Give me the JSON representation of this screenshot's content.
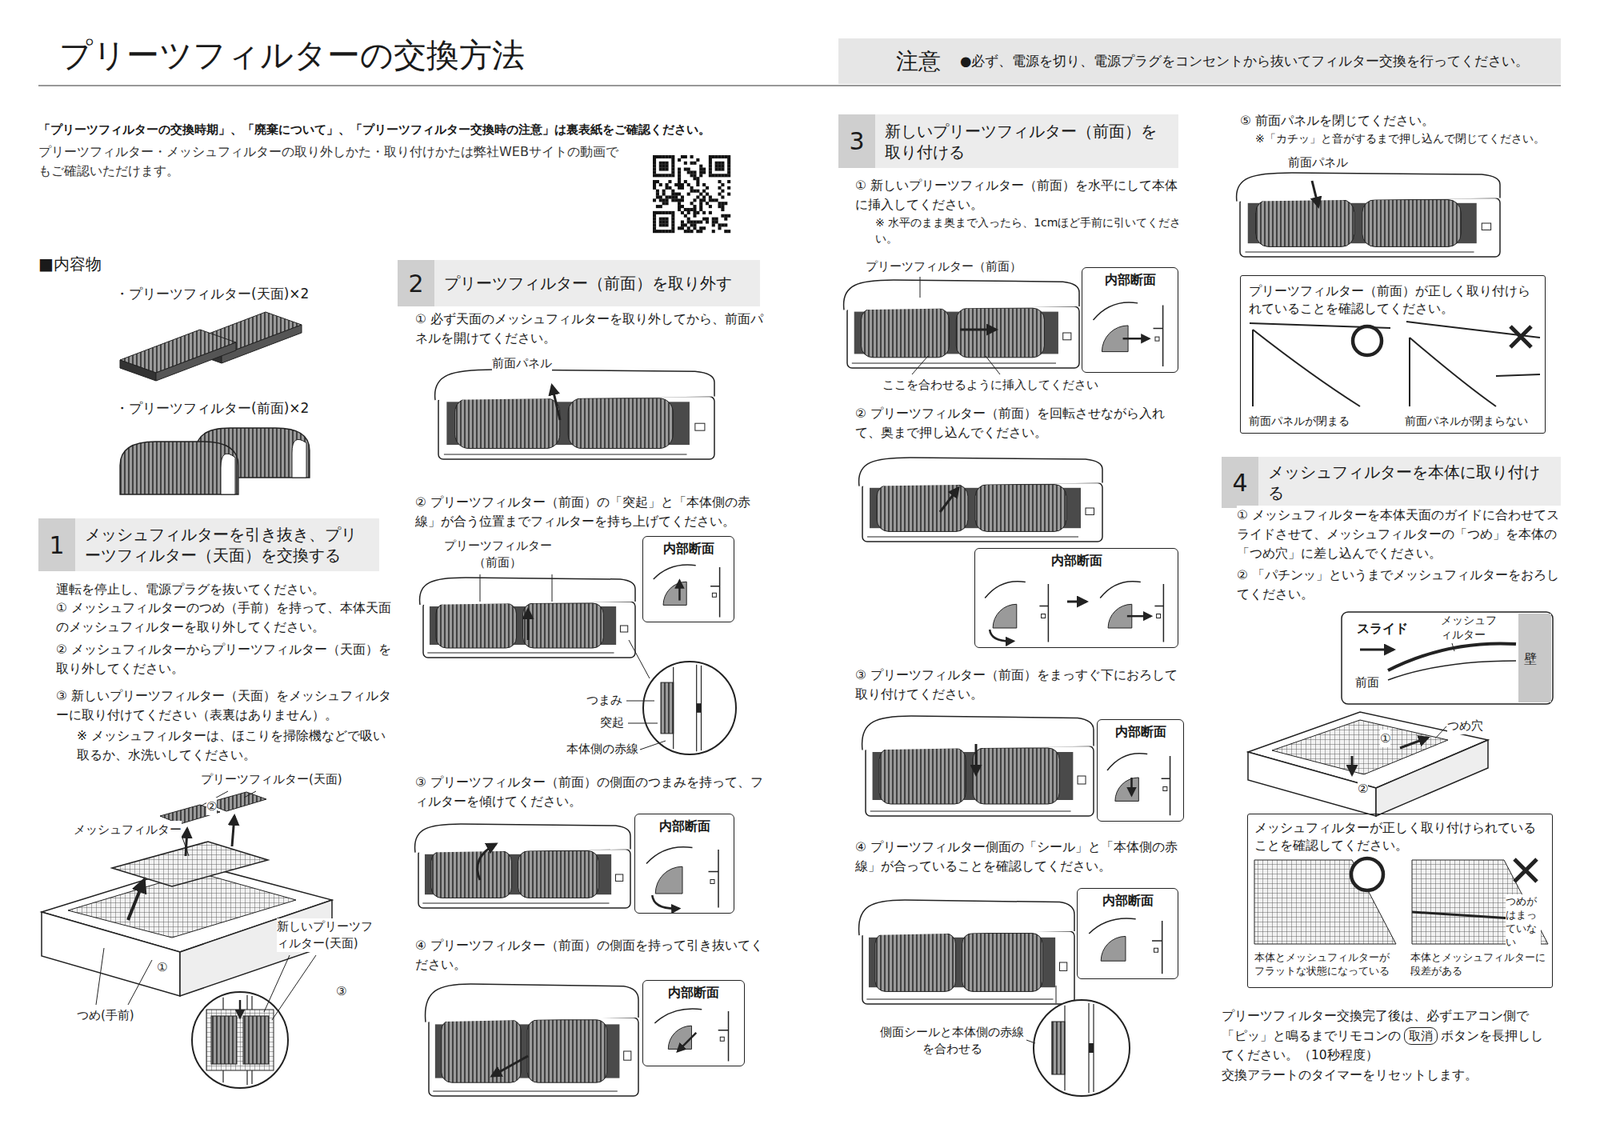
{
  "diagram": {
    "title": "プリーツフィルターの交換方法",
    "nodes": [
      {
        "text": [
          "注意",
          "●必ず、電源を切り、電源プラグをコンセントから抜いてフィルター交換を行ってください。"
        ]
      },
      {
        "text": [
          "1",
          "メッシュフィルターを引き抜き、プリーツフィルター（天面）を交換する"
        ]
      },
      {
        "text": [
          "2",
          "プリーツフィルター（前面）を取り外す"
        ]
      },
      {
        "text": [
          "内部断面"
        ]
      },
      {
        "text": [
          "内部断面"
        ]
      },
      {
        "text": [
          "内部断面"
        ]
      },
      {
        "text": [
          "3",
          "新しいプリーツフィルター（前面）を取り付ける"
        ]
      },
      {
        "text": [
          "内部断面"
        ]
      },
      {
        "text": [
          "内部断面"
        ]
      },
      {
        "text": [
          "内部断面"
        ]
      },
      {
        "text": [
          "内部断面"
        ]
      },
      {
        "text": [
          "プリーツフィルター（前面）が正しく取り付けられていることを確認してください。",
          "前面パネルが閉まる",
          "前面パネルが閉まらない"
        ]
      },
      {
        "text": [
          "4",
          "メッシュフィルターを本体に取り付ける"
        ]
      },
      {
        "text": [
          "メッシュフィルターが正しく取り付けられていることを確認してください。",
          "本体とメッシュフィルターがフラットな状態になっている",
          "本体とメッシュフィルターに段差がある",
          "つめがはまっていない"
        ]
      },
      {
        "text": [
          "取消"
        ]
      }
    ],
    "labels": [
      "「プリーツフィルターの交換時期」、「廃棄について」、「プリーツフィルター交換時の注意」は裏表紙をご確認ください。",
      "プリーツフィルター・メッシュフィルターの取り外しかた・取り付けかたは弊社WEBサイトの動画でもご確認いただけます。",
      "■内容物",
      "・プリーツフィルター(天面)×2",
      "・プリーツフィルター(前面)×2",
      "運転を停止し、電源プラグを抜いてください。",
      "① メッシュフィルターのつめ（手前）を持って、本体天面のメッシュフィルターを取り外してください。",
      "② メッシュフィルターからプリーツフィルター（天面）を取り外してください。",
      "③ 新しいプリーツフィルター（天面）をメッシュフィルターに取り付けてください（表裏はありません）。",
      "※ メッシュフィルターは、ほこりを掃除機などで吸い取るか、水洗いしてください。",
      "プリーツフィルター(天面)",
      "②",
      "メッシュフィルター",
      "新しいプリーツフィルター(天面)",
      "③",
      "①",
      "つめ(手前)",
      "① 必ず天面のメッシュフィルターを取り外してから、前面パネルを開けてください。",
      "前面パネル",
      "② プリーツフィルター（前面）の「突起」と「本体側の赤線」が合う位置までフィルターを持ち上げてください。",
      "プリーツフィルター（前面）",
      "つまみ",
      "突起",
      "本体側の赤線",
      "③ プリーツフィルター（前面）の側面のつまみを持って、フィルターを傾けてください。",
      "④ プリーツフィルター（前面）の側面を持って引き抜いてください。",
      "① 新しいプリーツフィルター（前面）を水平にして本体に挿入してください。",
      "※ 水平のまま奥まで入ったら、1cmほど手前に引いてください。",
      "プリーツフィルター（前面）",
      "ここを合わせるように挿入してください",
      "② プリーツフィルター（前面）を回転させながら入れて、奥まで押し込んでください。",
      "③ プリーツフィルター（前面）をまっすぐ下におろして取り付けてください。",
      "④ プリーツフィルター側面の「シール」と「本体側の赤線」が合っていることを確認してください。",
      "側面シールと本体側の赤線を合わせる",
      "⑤ 前面パネルを閉じてください。",
      "※「カチッ」と音がするまで押し込んで閉じてください。",
      "前面パネル",
      "① メッシュフィルターを本体天面のガイドに合わせてスライドさせて、メッシュフィルターの「つめ」を本体の「つめ穴」に差し込んでください。",
      "② 「パチンッ」というまでメッシュフィルターをおろしてください。",
      "スライド",
      "メッシュフィルター",
      "壁",
      "前面",
      "つめ穴",
      "①",
      "②",
      "プリーツフィルター交換完了後は、必ずエアコン側で「ピッ」と鳴るまでリモコンの",
      "ボタンを長押ししてください。（10秒程度）",
      "交換アラートのタイマーをリセットします。"
    ]
  }
}
